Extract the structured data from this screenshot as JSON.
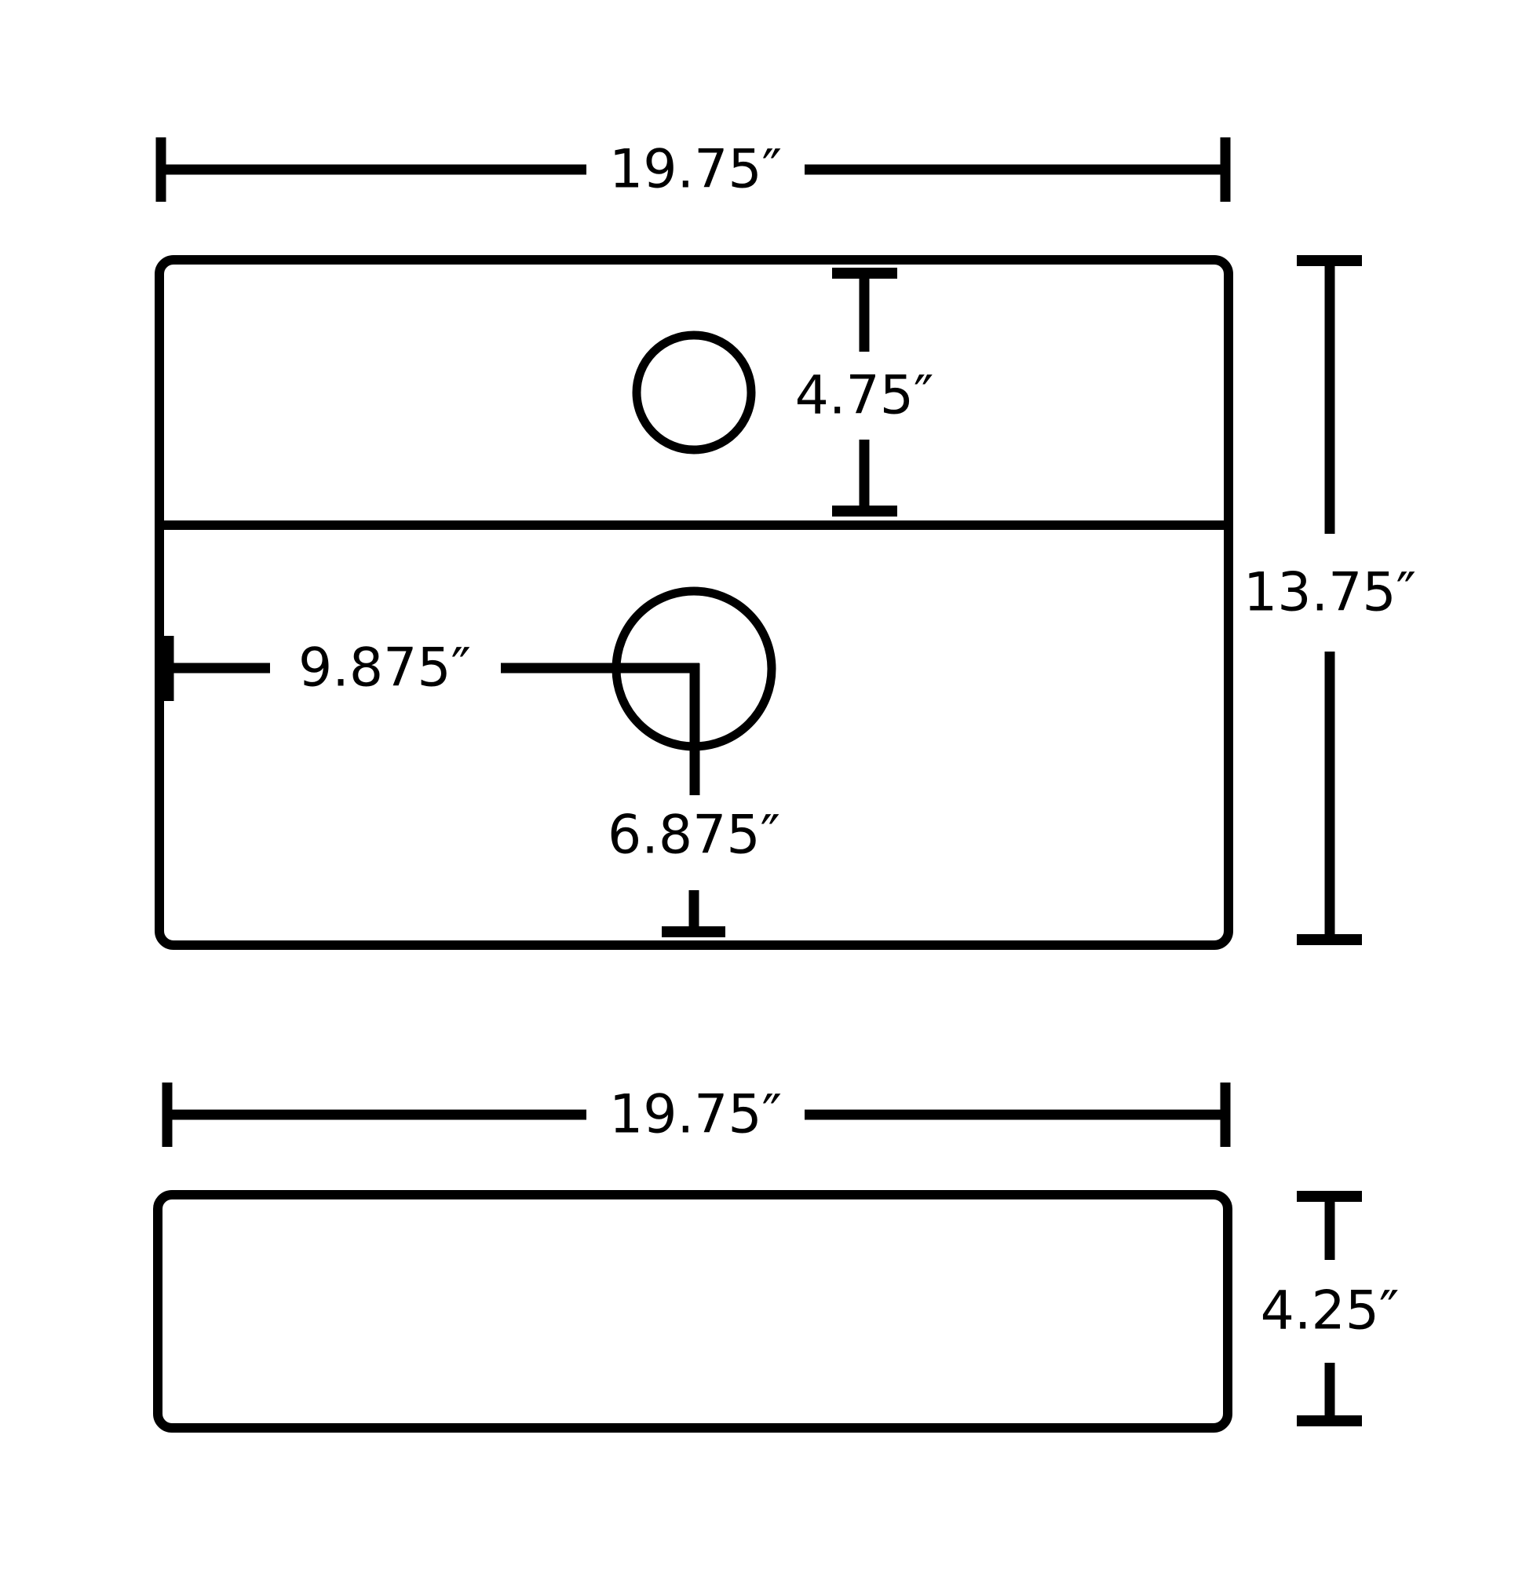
{
  "diagram": {
    "description": "Sink dimension drawing, top view and side view",
    "line_color": "#000000",
    "background_color": "#ffffff",
    "top_view": {
      "width_dim": "19.75″",
      "height_dim": "13.75″",
      "faucet_offset_dim": "4.75″",
      "drain_from_left_dim": "9.875″",
      "drain_to_bottom_dim": "6.875″"
    },
    "side_view": {
      "width_dim": "19.75″",
      "height_dim": "4.25″"
    }
  }
}
